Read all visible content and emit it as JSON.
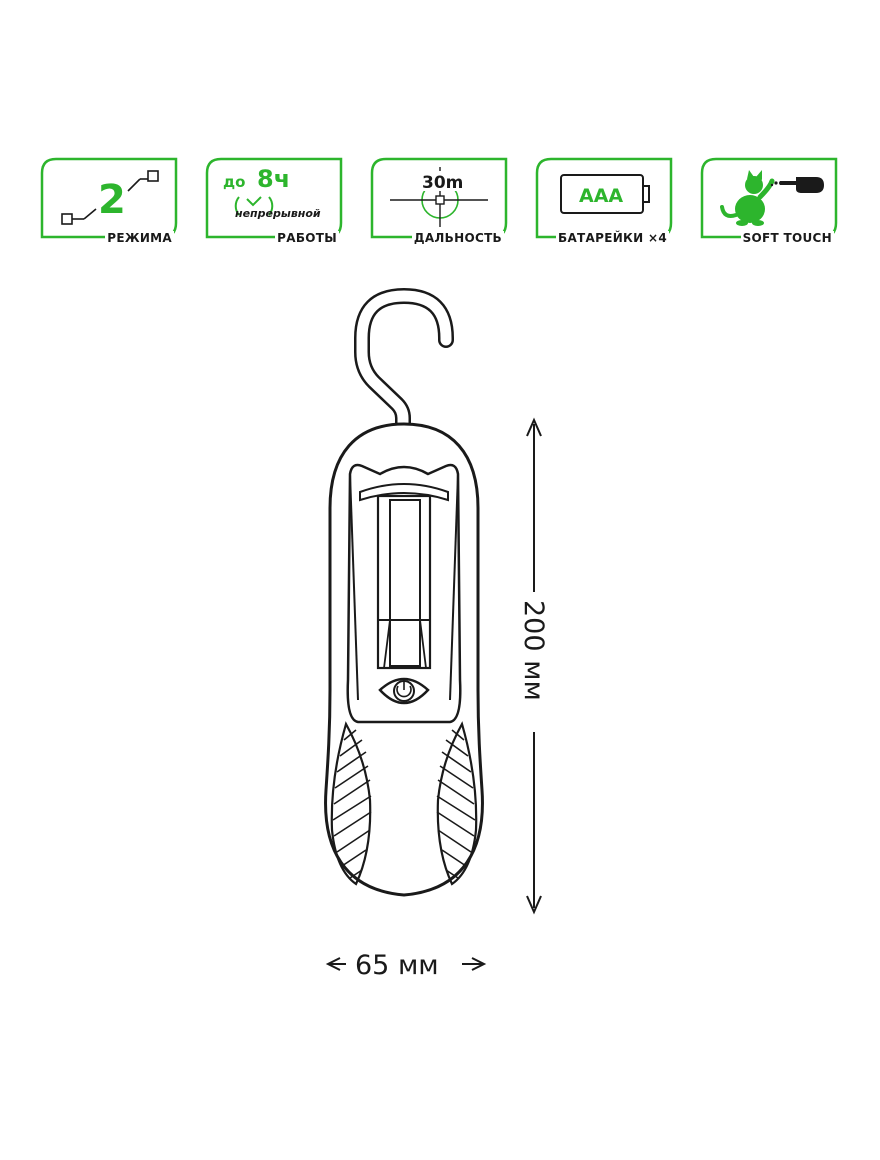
{
  "badges": [
    {
      "icon": "two-modes-icon",
      "value": "2",
      "caption": "РЕЖИМА"
    },
    {
      "icon": "timer-icon",
      "prefix": "до",
      "value": "8ч",
      "sub": "непрерывной",
      "caption": "РАБОТЫ"
    },
    {
      "icon": "range-crosshair-icon",
      "value": "30m",
      "caption": "ДАЛЬНОСТЬ"
    },
    {
      "icon": "battery-icon",
      "value": "AAA",
      "caption": "БАТАРЕЙКИ ×4"
    },
    {
      "icon": "soft-touch-cat-icon",
      "caption": "SOFT TOUCH"
    }
  ],
  "dimensions": {
    "height": "200 мм",
    "width": "65 мм"
  },
  "colors": {
    "accent": "#2db52d",
    "line": "#1a1a1a"
  }
}
